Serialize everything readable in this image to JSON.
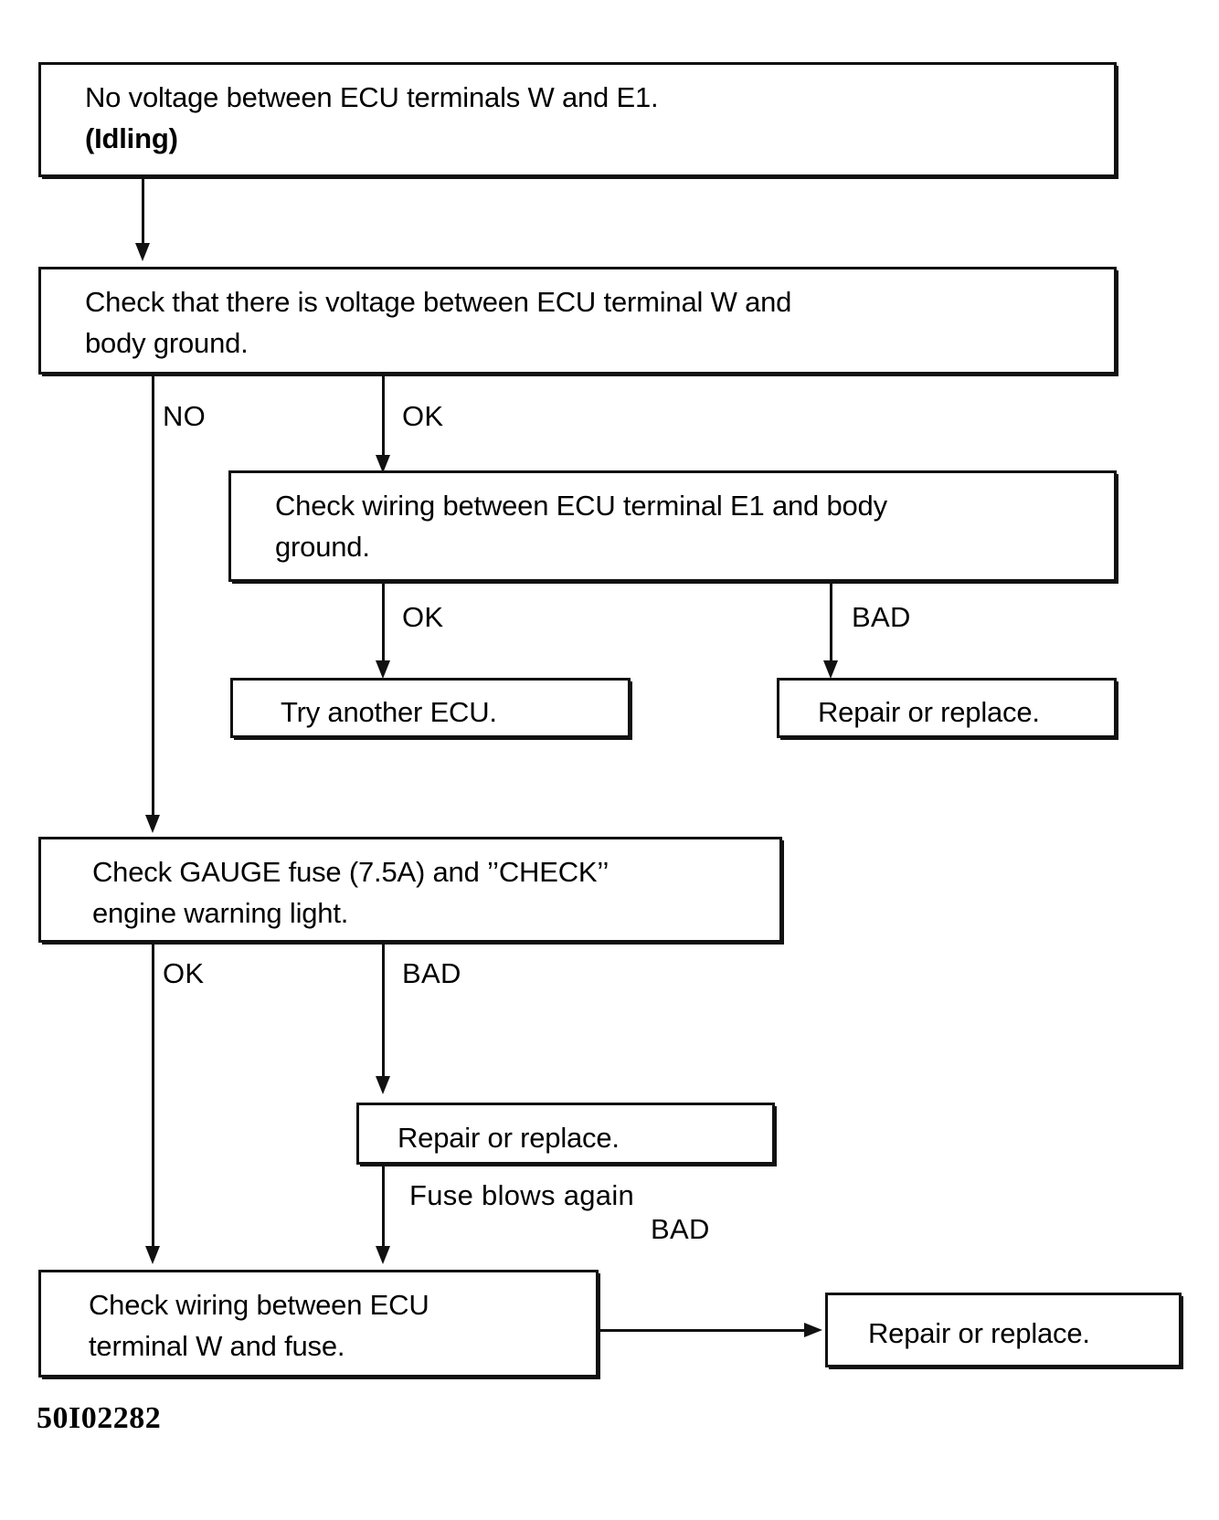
{
  "diagram": {
    "title": "ECU terminal W voltage troubleshooting flowchart",
    "plate_code": "50I02282",
    "line_color": "#111111",
    "background_color": "#ffffff",
    "nodes": [
      {
        "id": "start",
        "line1": "No voltage between ECU terminals W and E1.",
        "line2": "(Idling)",
        "line2_bold": true
      },
      {
        "id": "check-voltage-w-body-ground",
        "line1": "Check that there is voltage between ECU terminal W and",
        "line2": "body ground."
      },
      {
        "id": "check-wiring-e1-body-ground",
        "line1": "Check wiring between ECU terminal E1 and body",
        "line2": "ground."
      },
      {
        "id": "try-another-ecu",
        "line1": "Try another ECU."
      },
      {
        "id": "repair-or-replace-e1",
        "line1": "Repair or replace."
      },
      {
        "id": "check-gauge-fuse",
        "line1": "Check GAUGE fuse (7.5A) and ’’CHECK’’",
        "line2": "engine warning light."
      },
      {
        "id": "repair-or-replace-fuse",
        "line1": "Repair or replace."
      },
      {
        "id": "check-wiring-w-fuse",
        "line1": "Check wiring between ECU",
        "line2": "terminal W and fuse."
      },
      {
        "id": "repair-or-replace-wiring",
        "line1": "Repair or replace."
      }
    ],
    "edge_labels": {
      "voltage_no": "NO",
      "voltage_ok": "OK",
      "e1_ok": "OK",
      "e1_bad": "BAD",
      "fuse_ok": "OK",
      "fuse_bad": "BAD",
      "fuse_blows_again": "Fuse blows again",
      "wiring_bad": "BAD"
    }
  },
  "chart_data": {
    "type": "flowchart",
    "title": "No voltage between ECU terminals W and E1. (Idling)",
    "nodes": [
      {
        "id": "start",
        "label": "No voltage between ECU terminals W and E1. (Idling)"
      },
      {
        "id": "check-voltage-w-body-ground",
        "label": "Check that there is voltage between ECU terminal W and body ground."
      },
      {
        "id": "check-wiring-e1-body-ground",
        "label": "Check wiring between ECU terminal E1 and body ground."
      },
      {
        "id": "try-another-ecu",
        "label": "Try another ECU."
      },
      {
        "id": "repair-or-replace-e1",
        "label": "Repair or replace."
      },
      {
        "id": "check-gauge-fuse",
        "label": "Check GAUGE fuse (7.5A) and ’’CHECK’’ engine warning light."
      },
      {
        "id": "repair-or-replace-fuse",
        "label": "Repair or replace."
      },
      {
        "id": "check-wiring-w-fuse",
        "label": "Check wiring between ECU terminal W and fuse."
      },
      {
        "id": "repair-or-replace-wiring",
        "label": "Repair or replace."
      }
    ],
    "edges": [
      {
        "from": "start",
        "to": "check-voltage-w-body-ground",
        "label": ""
      },
      {
        "from": "check-voltage-w-body-ground",
        "to": "check-gauge-fuse",
        "label": "NO"
      },
      {
        "from": "check-voltage-w-body-ground",
        "to": "check-wiring-e1-body-ground",
        "label": "OK"
      },
      {
        "from": "check-wiring-e1-body-ground",
        "to": "try-another-ecu",
        "label": "OK"
      },
      {
        "from": "check-wiring-e1-body-ground",
        "to": "repair-or-replace-e1",
        "label": "BAD"
      },
      {
        "from": "check-gauge-fuse",
        "to": "check-wiring-w-fuse",
        "label": "OK"
      },
      {
        "from": "check-gauge-fuse",
        "to": "repair-or-replace-fuse",
        "label": "BAD"
      },
      {
        "from": "repair-or-replace-fuse",
        "to": "check-wiring-w-fuse",
        "label": "Fuse blows again"
      },
      {
        "from": "check-wiring-w-fuse",
        "to": "repair-or-replace-wiring",
        "label": "BAD"
      }
    ]
  }
}
